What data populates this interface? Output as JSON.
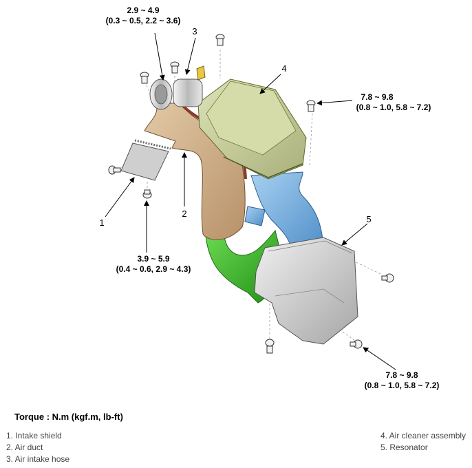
{
  "torque_specs": {
    "hose_clamp": {
      "line1": "2.9 ~ 4.9",
      "line2": "(0.3 ~ 0.5, 2.2 ~ 3.6)"
    },
    "upper_right": {
      "line1": "7.8 ~ 9.8",
      "line2": "(0.8 ~ 1.0, 5.8 ~ 7.2)"
    },
    "lower_left": {
      "line1": "3.9 ~ 5.9",
      "line2": "(0.4 ~ 0.6, 2.9 ~ 4.3)"
    },
    "lower_right": {
      "line1": "7.8 ~ 9.8",
      "line2": "(0.8 ~ 1.0, 5.8 ~ 7.2)"
    }
  },
  "callouts": {
    "c1": "1",
    "c2": "2",
    "c3": "3",
    "c4": "4",
    "c5": "5"
  },
  "torque_heading": "Torque : N.m (kgf.m, lb-ft)",
  "legend_left": [
    "1. Intake shield",
    "2. Air duct",
    "3. Air intake hose"
  ],
  "legend_right": [
    "4. Air cleaner assembly",
    "5. Resonator"
  ],
  "colors": {
    "air_cleaner": "#c9cfa0",
    "air_duct": "#d2b48c",
    "intake_hose_blue": "#7fb6e6",
    "green_hose": "#3fbf2a",
    "resonator": "#d4d4d4"
  }
}
